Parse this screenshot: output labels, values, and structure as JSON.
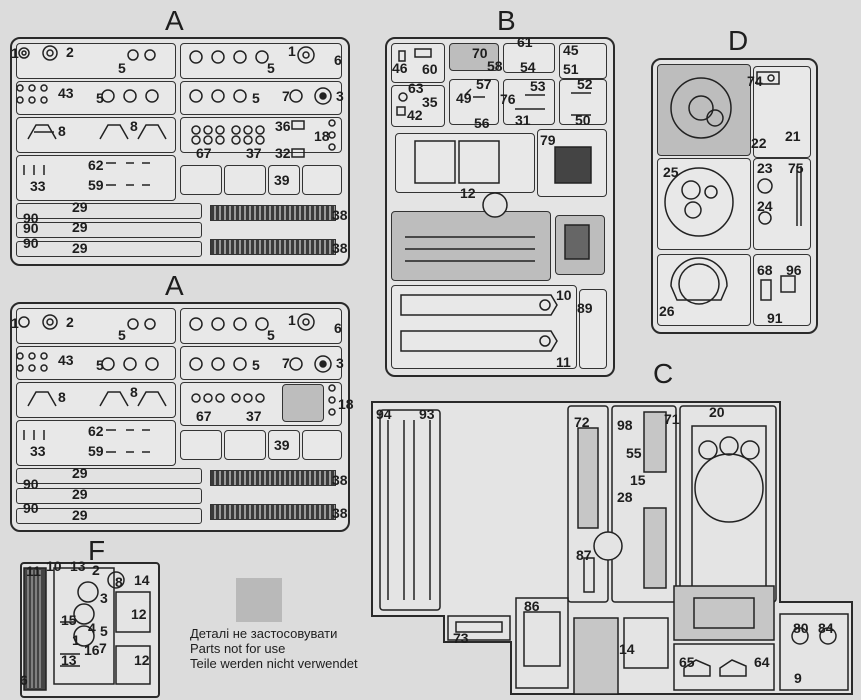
{
  "sprue_letters": {
    "a_top": "A",
    "a_bottom": "A",
    "b": "B",
    "c": "C",
    "d": "D",
    "f": "F"
  },
  "a_labels": [
    "1",
    "2",
    "5",
    "5",
    "1",
    "6",
    "43",
    "5",
    "5",
    "7",
    "3",
    "8",
    "8",
    "36",
    "18",
    "67",
    "37",
    "32",
    "62",
    "33",
    "59",
    "39",
    "90",
    "29",
    "90",
    "29",
    "29",
    "90",
    "38",
    "38"
  ],
  "b_labels": [
    "46",
    "60",
    "70",
    "58",
    "61",
    "54",
    "45",
    "51",
    "63",
    "42",
    "35",
    "49",
    "57",
    "56",
    "53",
    "76",
    "31",
    "52",
    "50",
    "12",
    "79",
    "10",
    "89",
    "11"
  ],
  "c_labels": [
    "94",
    "93",
    "72",
    "98",
    "55",
    "71",
    "15",
    "20",
    "28",
    "87",
    "73",
    "86",
    "14",
    "65",
    "64",
    "80",
    "84",
    "9"
  ],
  "d_labels": [
    "74",
    "22",
    "21",
    "25",
    "23",
    "75",
    "24",
    "26",
    "68",
    "96",
    "91"
  ],
  "f_labels": [
    "11",
    "10",
    "13",
    "2",
    "8",
    "14",
    "3",
    "12",
    "15",
    "4",
    "5",
    "1",
    "7",
    "16",
    "13",
    "6",
    "12"
  ],
  "legend": {
    "uk": "Деталі не застосовувати",
    "en": "Parts not for use",
    "de": "Teile werden nicht verwendet"
  },
  "colors": {
    "paper": "#dcdcdc",
    "grey_parts": "#bdbdbd",
    "ink": "#1e1e1e"
  }
}
